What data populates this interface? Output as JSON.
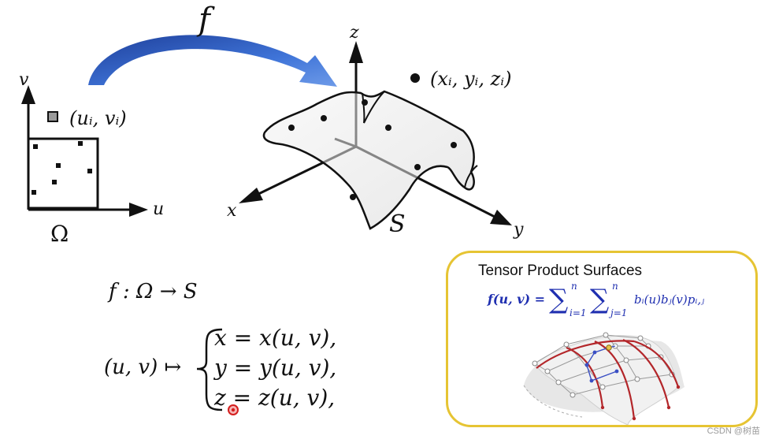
{
  "map_label": "f",
  "domain_axes": {
    "u": "u",
    "v": "v"
  },
  "domain_point_label": "(uᵢ, vᵢ)",
  "domain_name": "Ω",
  "space_axes": {
    "x": "x",
    "y": "y",
    "z": "z"
  },
  "space_point_label": "(xᵢ, yᵢ, zᵢ)",
  "surface_name": "S",
  "mapping_text": "f : Ω → S",
  "param_lhs": "(u, v) ↦",
  "param_equations": [
    "x = x(u, v),",
    "y = y(u, v),",
    "z = z(u, v),"
  ],
  "inset": {
    "title": "Tensor Product Surfaces",
    "formula_lhs": "f(u, v) =",
    "formula_sum1": "∑",
    "formula_sum1_lower": "i=1",
    "formula_sum1_upper": "n",
    "formula_sum2": "∑",
    "formula_sum2_lower": "j=1",
    "formula_sum2_upper": "n",
    "formula_rhs": "bᵢ(u)bⱼ(v)pᵢ,ⱼ",
    "colors": {
      "border": "#e6c433",
      "formula": "#1f2fb0",
      "curves": "#b3262a"
    }
  },
  "colors": {
    "arrow": "#2f5cc4"
  },
  "watermark": "CSDN @树苗"
}
